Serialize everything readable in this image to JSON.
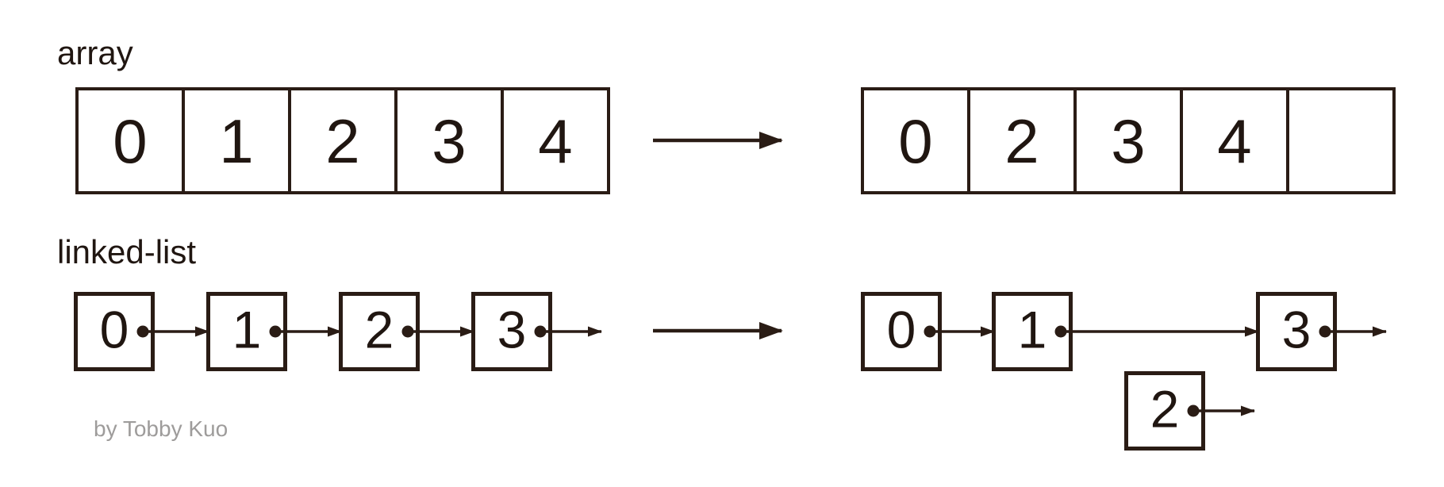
{
  "labels": {
    "array_section": "array",
    "list_section": "linked-list",
    "credit": "by Tobby Kuo"
  },
  "colors": {
    "stroke": "#2a1c15",
    "ink": "#201611",
    "credit": "#9e9c9b",
    "background": "#ffffff"
  },
  "array_before": [
    "0",
    "1",
    "2",
    "3",
    "4"
  ],
  "array_after": [
    "0",
    "2",
    "3",
    "4",
    ""
  ],
  "list_before": [
    "0",
    "1",
    "2",
    "3"
  ],
  "list_after_chain": [
    "0",
    "1",
    "3"
  ],
  "list_after_detached": "2"
}
